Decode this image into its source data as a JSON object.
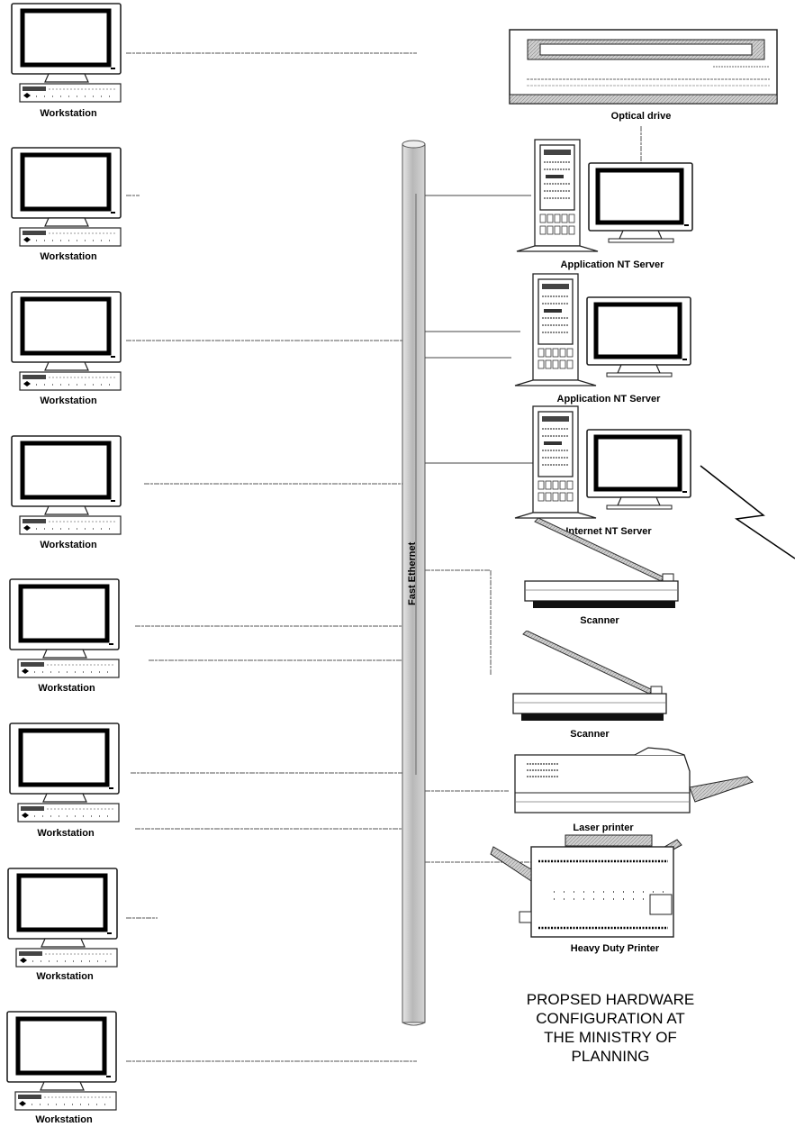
{
  "workstations": [
    {
      "label": "Workstation"
    },
    {
      "label": "Workstation"
    },
    {
      "label": "Workstation"
    },
    {
      "label": "Workstation"
    },
    {
      "label": "Workstation"
    },
    {
      "label": "Workstation"
    },
    {
      "label": "Workstation"
    },
    {
      "label": "Workstation"
    }
  ],
  "backbone": {
    "label": "Fast Ethernet"
  },
  "devices": {
    "optical_drive": "Optical drive",
    "app_server_1": "Application NT Server",
    "app_server_2": "Application NT Server",
    "internet_server": "Internet NT Server",
    "scanner_1": "Scanner",
    "scanner_2": "Scanner",
    "laser_printer": "Laser printer",
    "heavy_printer": "Heavy Duty Printer"
  },
  "title": {
    "line1": "PROPSED HARDWARE",
    "line2": "CONFIGURATION AT",
    "line3": "THE MINISTRY OF",
    "line4": "PLANNING"
  }
}
